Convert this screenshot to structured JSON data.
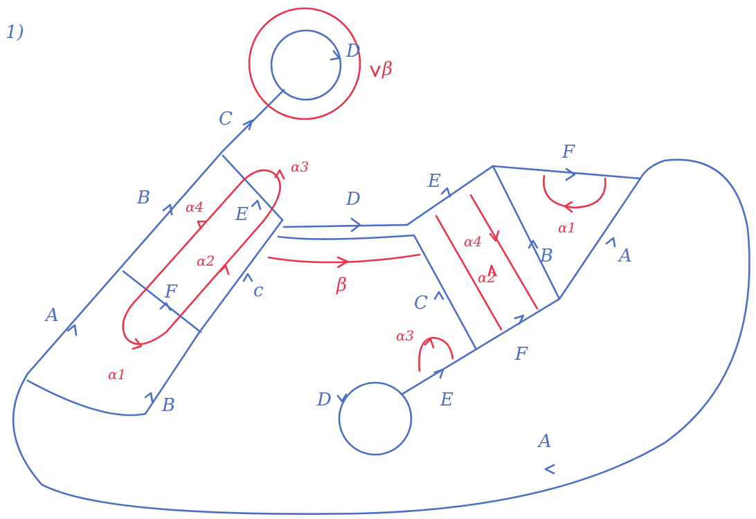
{
  "problem_number": "1)",
  "colors": {
    "blue_ink": "#4a6fc4",
    "red_ink": "#e8344a"
  },
  "labels": {
    "top_C": "C",
    "top_D": "D",
    "top_beta": "β",
    "B_left": "B",
    "A_left": "A",
    "E_upper": "E",
    "F_upper": "F",
    "C_mid": "c",
    "B_bottom": "B",
    "D_middle": "D",
    "E_right": "E",
    "F_right_top": "F",
    "B_right": "B",
    "A_right": "A",
    "C_right": "C",
    "F_right_bottom": "F",
    "E_bottom": "E",
    "D_bottom": "D",
    "A_bottom": "A",
    "beta_mid": "β",
    "alpha1_left": "α1",
    "alpha2_left": "α2",
    "alpha3_left": "α3",
    "alpha4_left": "α4",
    "alpha1_right": "α1",
    "alpha2_right": "α2",
    "alpha3_right": "α3",
    "alpha4_right": "α4"
  }
}
